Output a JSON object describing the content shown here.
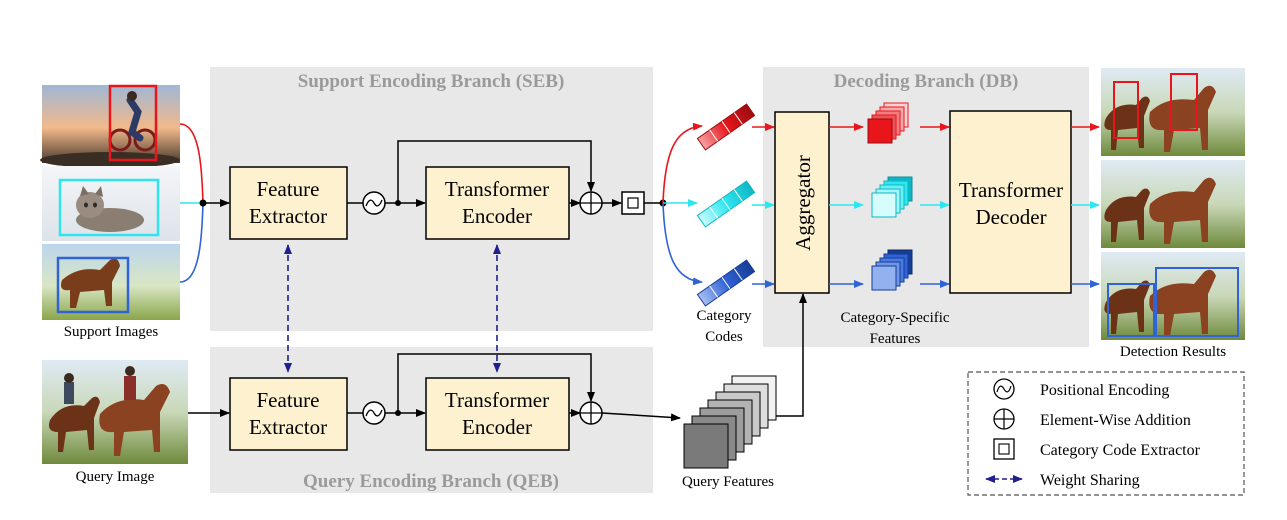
{
  "branches": {
    "seb_title": "Support Encoding Branch (SEB)",
    "qeb_title": "Query Encoding Branch (QEB)",
    "db_title": "Decoding Branch (DB)"
  },
  "boxes": {
    "feature_extractor_line1": "Feature",
    "feature_extractor_line2": "Extractor",
    "transformer_encoder_line1": "Transformer",
    "transformer_encoder_line2": "Encoder",
    "aggregator": "Aggregator",
    "transformer_decoder_line1": "Transformer",
    "transformer_decoder_line2": "Decoder"
  },
  "captions": {
    "support_images": "Support Images",
    "query_image": "Query Image",
    "category_codes_line1": "Category",
    "category_codes_line2": "Codes",
    "category_specific_line1": "Category-Specific",
    "category_specific_line2": "Features",
    "query_features": "Query Features",
    "detection_results": "Detection Results"
  },
  "legend": {
    "positional_encoding": "Positional Encoding",
    "element_wise_addition": "Element-Wise Addition",
    "category_code_extractor": "Category Code Extractor",
    "weight_sharing": "Weight Sharing"
  },
  "colors": {
    "panel": "#e8e8e8",
    "box_fill": "#fdf1cf",
    "red": "#e8161b",
    "cyan": "#2ee6f0",
    "blue": "#2f63d6",
    "weight_sharing": "#1f1f8f"
  }
}
